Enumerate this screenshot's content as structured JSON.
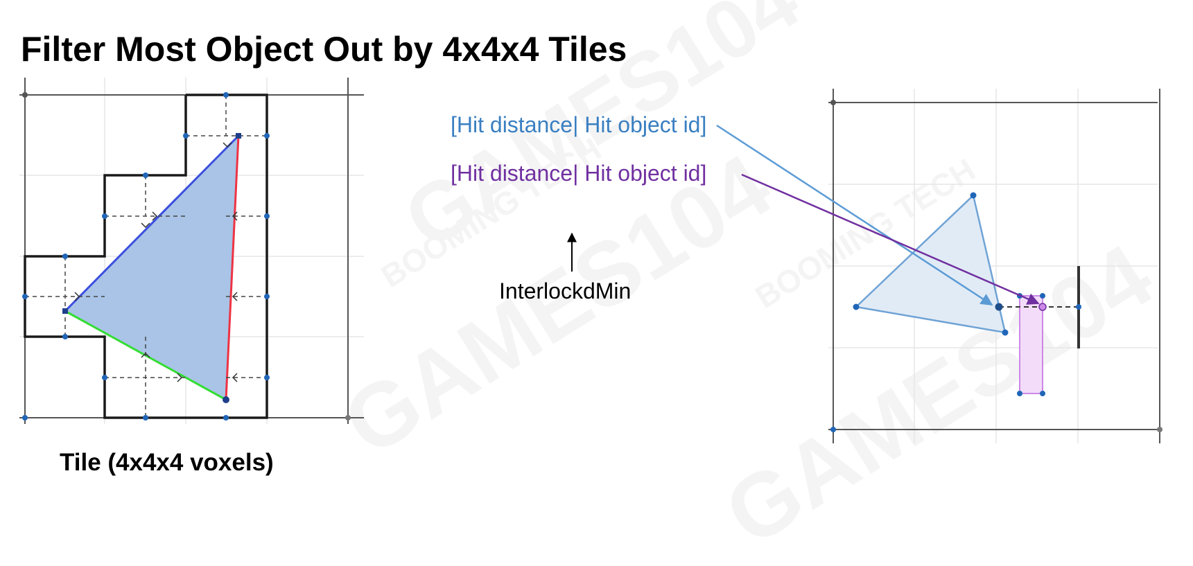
{
  "title": "Filter Most Object Out by 4x4x4 Tiles",
  "tile_caption": "Tile (4x4x4 voxels)",
  "ray_labels": [
    {
      "text": "[Hit distance| Hit object id]",
      "color": "#3a7fc1"
    },
    {
      "text": "[Hit distance| Hit object id]",
      "color": "#7030a0"
    }
  ],
  "atomic_label": "InterlockdMin",
  "watermark": {
    "text": "GAMES104",
    "logo_text": "BOOMING TECH"
  },
  "colors": {
    "triangle_fill": "#a9c4e6",
    "edge_blue": "#3b4fe0",
    "edge_red": "#ee3344",
    "edge_green": "#33dd33",
    "light_triangle_fill": "#e1ebf6",
    "light_triangle_stroke": "#6fa3d5",
    "purple_box_fill": "#f3dcfa",
    "purple_box_stroke": "#cc88e6",
    "ray_blue": "#5b9bd5",
    "ray_purple": "#7030a0"
  }
}
